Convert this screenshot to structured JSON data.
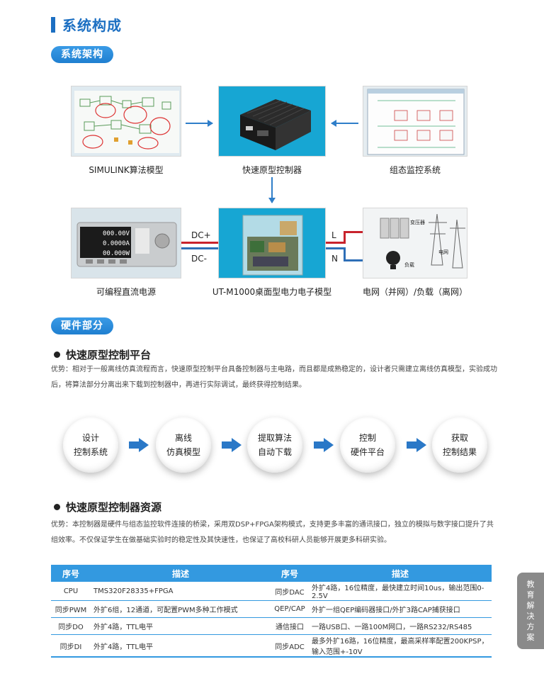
{
  "title": "系统构成",
  "section1": {
    "label": "系统架构",
    "captions": {
      "simulink": "SIMULINK算法模型",
      "controller": "快速原型控制器",
      "monitor": "组态监控系统",
      "power": "可编程直流电源",
      "model": "UT-M1000桌面型电力电子模型",
      "grid": "电网（并网）/负载（离网）"
    },
    "wires": {
      "dc_plus": "DC+",
      "dc_minus": "DC-",
      "l": "L",
      "n": "N"
    },
    "power_readings": [
      "000.00V",
      "0.0000A",
      "00.000W"
    ],
    "grid_labels": {
      "transformer": "变压器",
      "grid": "电网",
      "load": "负载"
    }
  },
  "section2": {
    "label": "硬件部分",
    "platform": {
      "title": "快速原型控制平台",
      "text": "优势：相对于一般离线仿真流程而言，快速原型控制平台具备控制器与主电路，而且都是成熟稳定的，设计者只需建立离线仿真模型，实验成功后，将算法部分分离出来下载到控制器中，再进行实际调试，最终获得控制结果。"
    },
    "flow": [
      [
        "设计",
        "控制系统"
      ],
      [
        "离线",
        "仿真模型"
      ],
      [
        "提取算法",
        "自动下载"
      ],
      [
        "控制",
        "硬件平台"
      ],
      [
        "获取",
        "控制结果"
      ]
    ],
    "resources": {
      "title": "快速原型控制器资源",
      "text": "优势：本控制器是硬件与组态监控软件连接的桥梁，采用双DSP+FPGA架构模式，支持更多丰富的通讯接口，独立的模拟与数字接口提升了共组效率。不仅保证学生在做基础实验时的稳定性及其快速性，也保证了高校科研人员能够开展更多科研实验。"
    },
    "table": {
      "headers": [
        "序号",
        "描述",
        "序号",
        "描述"
      ],
      "rows": [
        [
          "CPU",
          "TMS320F28335+FPGA",
          "同步DAC",
          "外扩4路，16位精度，最快建立时间10us，输出范围0-2.5V"
        ],
        [
          "同步PWM",
          "外扩6组，12通道，可配置PWM多种工作模式",
          "QEP/CAP",
          "外扩一组QEP编码器接口/外扩3路CAP捕获接口"
        ],
        [
          "同步DO",
          "外扩4路，TTL电平",
          "通信接口",
          "一路USB口、一路100M网口，一路RS232/RS485"
        ],
        [
          "同步DI",
          "外扩4路，TTL电平",
          "同步ADC",
          "最多外扩16路，16位精度，最高采样率配置200KPSP，输入范围+-10V"
        ]
      ]
    }
  },
  "side_tab": "教育解决方案"
}
